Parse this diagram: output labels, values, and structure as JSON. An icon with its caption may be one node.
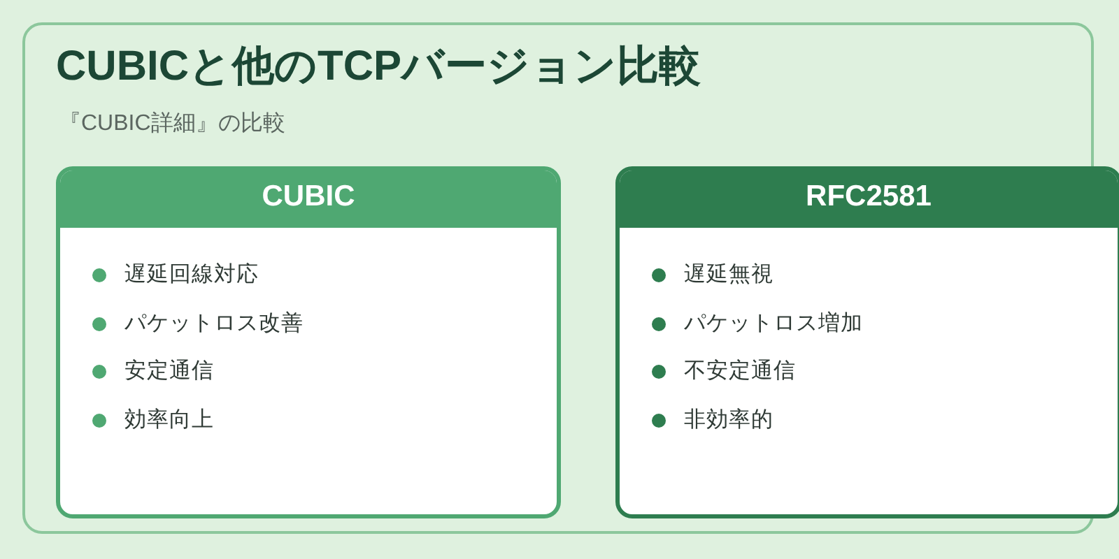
{
  "diagram": {
    "title": "CUBICと他のTCPバージョン比較",
    "nodes": [
      {
        "text": [
          "CUBIC",
          "遅延回線対応",
          "パケットロス改善",
          "安定通信",
          "効率向上"
        ]
      },
      {
        "text": [
          "RFC2581",
          "遅延無視",
          "パケットロス増加",
          "不安定通信",
          "非効率的"
        ]
      }
    ],
    "labels": [
      "『CUBIC詳細』の比較"
    ]
  }
}
